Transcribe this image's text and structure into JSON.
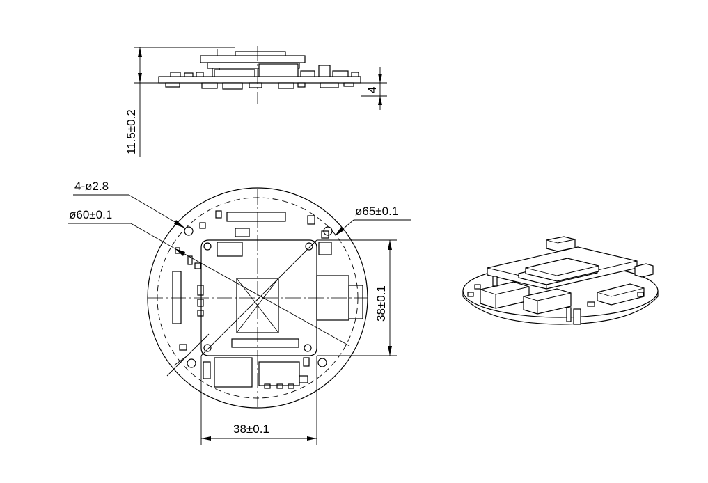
{
  "dimensions": {
    "total_height": "11.5±0.2",
    "lower_height": "4",
    "holes": "4-ø2.8",
    "inner_circle": "ø60±0.1",
    "outer_circle": "ø65±0.1",
    "board_height": "38±0.1",
    "board_width": "38±0.1"
  },
  "colors": {
    "line": "#000000",
    "background": "#ffffff"
  }
}
